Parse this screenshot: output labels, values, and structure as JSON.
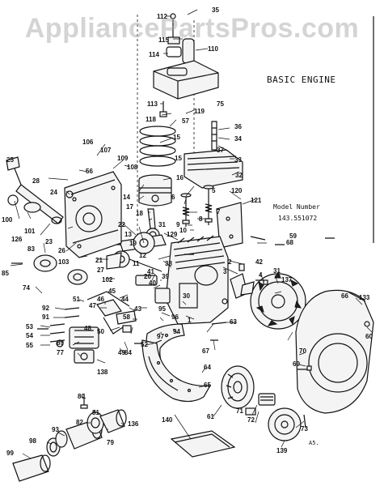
{
  "watermark": "AppliancePartsPros.com",
  "title": "BASIC ENGINE",
  "model_label": "Model Number",
  "model_number": "143.551072",
  "diagram_code": "A5.",
  "callouts": [
    "112",
    "35",
    "115",
    "110",
    "114",
    "113",
    "119",
    "75",
    "118",
    "57",
    "36",
    "34",
    "37",
    "33",
    "32",
    "15",
    "15",
    "106",
    "107",
    "109",
    "108",
    "25",
    "28",
    "56",
    "16",
    "24",
    "14",
    "17",
    "5",
    "6",
    "120",
    "121",
    "100",
    "101",
    "126",
    "23",
    "18",
    "22",
    "13",
    "19",
    "12",
    "11",
    "31",
    "129",
    "7",
    "8",
    "9",
    "10",
    "26",
    "83",
    "85",
    "27",
    "21",
    "103",
    "2",
    "3",
    "4",
    "42",
    "68",
    "59",
    "38",
    "41",
    "40",
    "20",
    "39",
    "102",
    "31",
    "137",
    "45",
    "46",
    "47",
    "44",
    "43",
    "95",
    "30",
    "66",
    "133",
    "74",
    "92",
    "91",
    "53",
    "54",
    "55",
    "51",
    "48",
    "50",
    "58",
    "96",
    "94",
    "1",
    "97",
    "52",
    "84",
    "63",
    "49",
    "89",
    "77",
    "67",
    "60",
    "70",
    "138",
    "64",
    "65",
    "69",
    "80",
    "140",
    "61",
    "71",
    "72",
    "73",
    "136",
    "81",
    "82",
    "79",
    "139",
    "93",
    "98",
    "99"
  ]
}
